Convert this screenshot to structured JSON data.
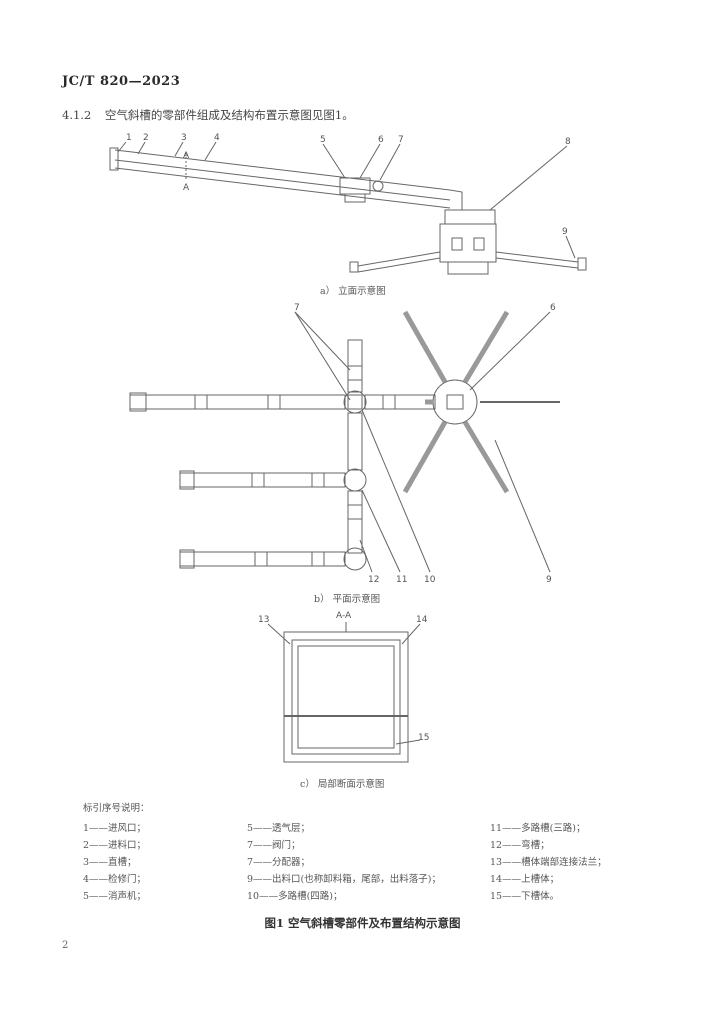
{
  "header": {
    "doc_code": "JC/T 820—2023"
  },
  "clause": {
    "number": "4.1.2",
    "text": "空气斜槽的零部件组成及结构布置示意图见图1。"
  },
  "figure": {
    "caption_a": "a） 立面示意图",
    "caption_b": "b） 平面示意图",
    "caption_c": "c） 局部断面示意图",
    "section_label": "A-A",
    "section_mark": "A",
    "callouts_a": [
      "1",
      "2",
      "3",
      "4",
      "5",
      "6",
      "7",
      "8",
      "9"
    ],
    "callouts_b": [
      "7",
      "6",
      "12",
      "11",
      "10",
      "9"
    ],
    "callouts_c": [
      "13",
      "14",
      "15"
    ]
  },
  "legend": {
    "title": "标引序号说明：",
    "col1": [
      "1——进风口；",
      "2——进料口；",
      "3——直槽；",
      "4——检修门；",
      "5——消声机；"
    ],
    "col2": [
      "5——透气层；",
      "7——阀门；",
      "7——分配器；",
      "9——出料口(也称卸料箱，尾部，出料落子)；",
      "10——多路槽(四路)；"
    ],
    "col3": [
      "11——多路槽(三路)；",
      "12——弯槽；",
      "13——槽体端部连接法兰；",
      "14——上槽体；",
      "15——下槽体。"
    ]
  },
  "figure_title": "图1   空气斜槽零部件及布置结构示意图",
  "page_number": "2"
}
